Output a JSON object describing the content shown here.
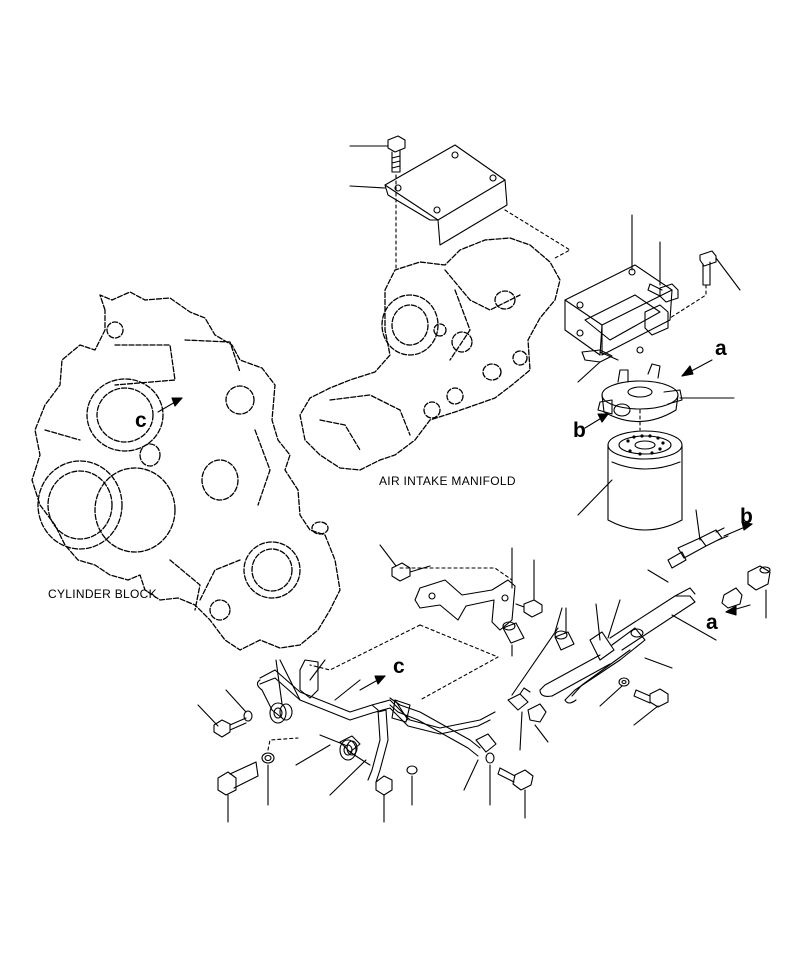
{
  "labels": {
    "air_intake_manifold": "AIR INTAKE MANIFOLD",
    "cylinder_block": "CYLINDER BLOCK"
  },
  "refs": {
    "a": "a",
    "b": "b",
    "c": "c"
  },
  "line_color": "#000000",
  "background": "#ffffff"
}
